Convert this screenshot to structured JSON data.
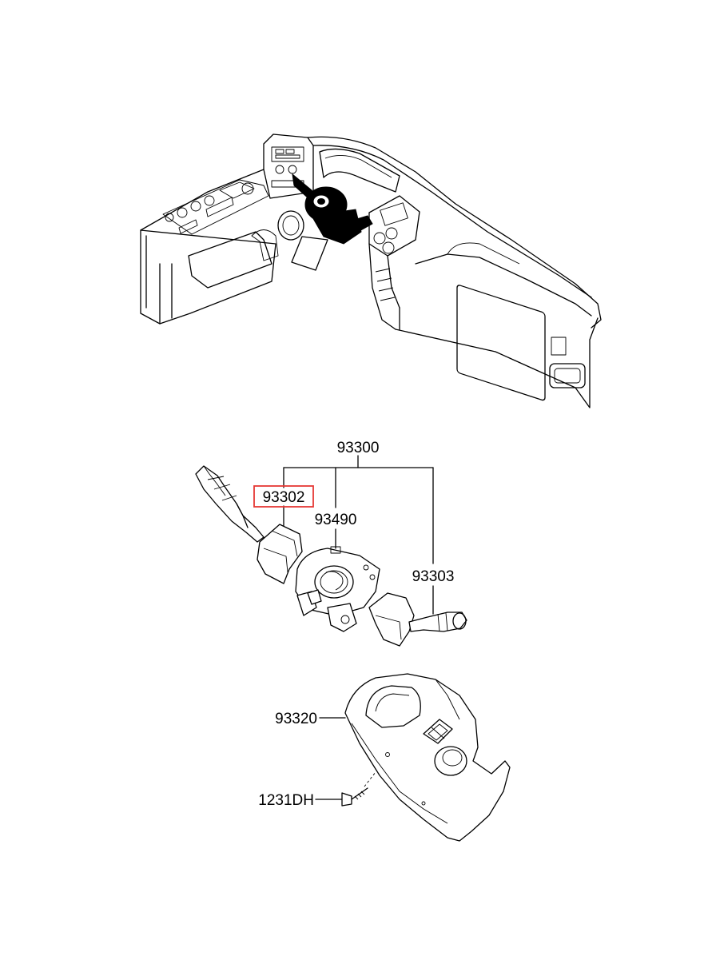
{
  "parts": {
    "assembly": "93300",
    "highlighted": "93302",
    "clock_spring": "93490",
    "wiper_switch": "93303",
    "shroud": "93320",
    "screw": "1231DH"
  },
  "colors": {
    "highlight_box": "#e53935",
    "line": "#000000",
    "background": "#ffffff"
  }
}
